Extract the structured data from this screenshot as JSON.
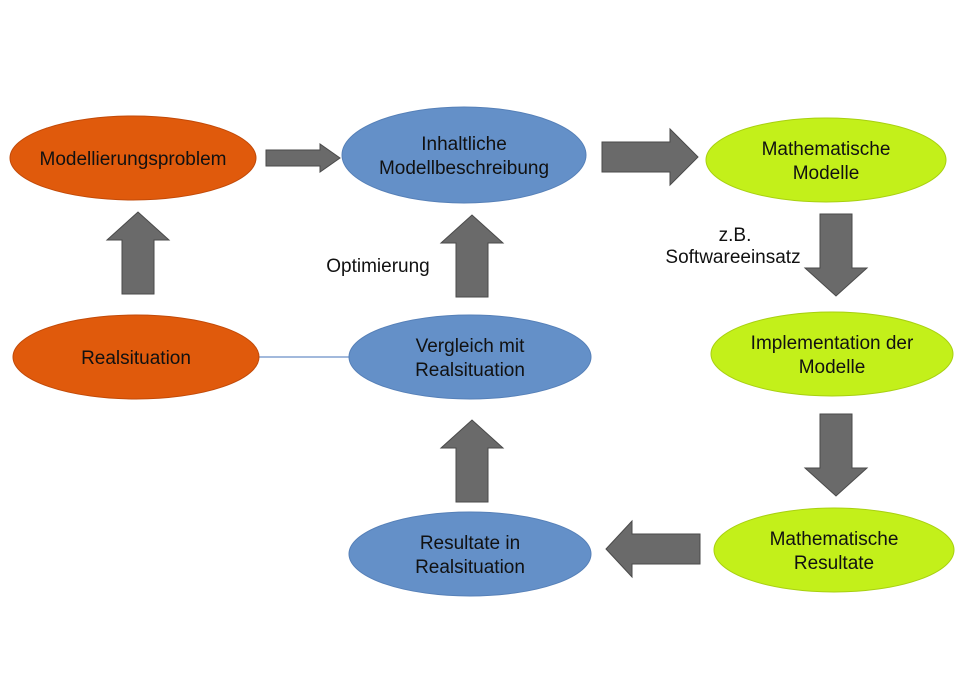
{
  "title": "Modellierungskreislauf",
  "colors": {
    "problem": "#e05a0c",
    "description": "#6490c8",
    "math": "#c3f01a",
    "arrow": "#6a6a6a",
    "arrow_stroke": "#4a4a4a",
    "connector": "#6a8fc8",
    "text": "#111111"
  },
  "nodes": [
    {
      "id": "modellierungsproblem",
      "lines": [
        "Modellierungsproblem"
      ],
      "kind": "problem"
    },
    {
      "id": "inhaltliche-modellbeschreibung",
      "lines": [
        "Inhaltliche",
        "Modellbeschreibung"
      ],
      "kind": "description"
    },
    {
      "id": "mathematische-modelle",
      "lines": [
        "Mathematische",
        "Modelle"
      ],
      "kind": "math"
    },
    {
      "id": "realsituation",
      "lines": [
        "Realsituation"
      ],
      "kind": "problem"
    },
    {
      "id": "vergleich-mit-realsituation",
      "lines": [
        "Vergleich mit",
        "Realsituation"
      ],
      "kind": "description"
    },
    {
      "id": "implementation-der-modelle",
      "lines": [
        "Implementation der",
        "Modelle"
      ],
      "kind": "math"
    },
    {
      "id": "resultate-in-realsituation",
      "lines": [
        "Resultate in",
        "Realsituation"
      ],
      "kind": "description"
    },
    {
      "id": "mathematische-resultate",
      "lines": [
        "Mathematische",
        "Resultate"
      ],
      "kind": "math"
    }
  ],
  "edges": [
    {
      "from": "realsituation",
      "to": "modellierungsproblem",
      "direction": "up"
    },
    {
      "from": "modellierungsproblem",
      "to": "inhaltliche-modellbeschreibung",
      "direction": "right"
    },
    {
      "from": "inhaltliche-modellbeschreibung",
      "to": "mathematische-modelle",
      "direction": "right"
    },
    {
      "from": "mathematische-modelle",
      "to": "implementation-der-modelle",
      "direction": "down",
      "label": [
        "z.B.",
        "Softwareeinsatz"
      ]
    },
    {
      "from": "implementation-der-modelle",
      "to": "mathematische-resultate",
      "direction": "down"
    },
    {
      "from": "mathematische-resultate",
      "to": "resultate-in-realsituation",
      "direction": "left"
    },
    {
      "from": "resultate-in-realsituation",
      "to": "vergleich-mit-realsituation",
      "direction": "up"
    },
    {
      "from": "vergleich-mit-realsituation",
      "to": "inhaltliche-modellbeschreibung",
      "direction": "up",
      "label": [
        "Optimierung"
      ]
    },
    {
      "from": "realsituation",
      "to": "vergleich-mit-realsituation",
      "direction": "none",
      "style": "line"
    }
  ],
  "labels": {
    "optimierung": "Optimierung",
    "software_line1": "z.B.",
    "software_line2": "Softwareeinsatz"
  }
}
